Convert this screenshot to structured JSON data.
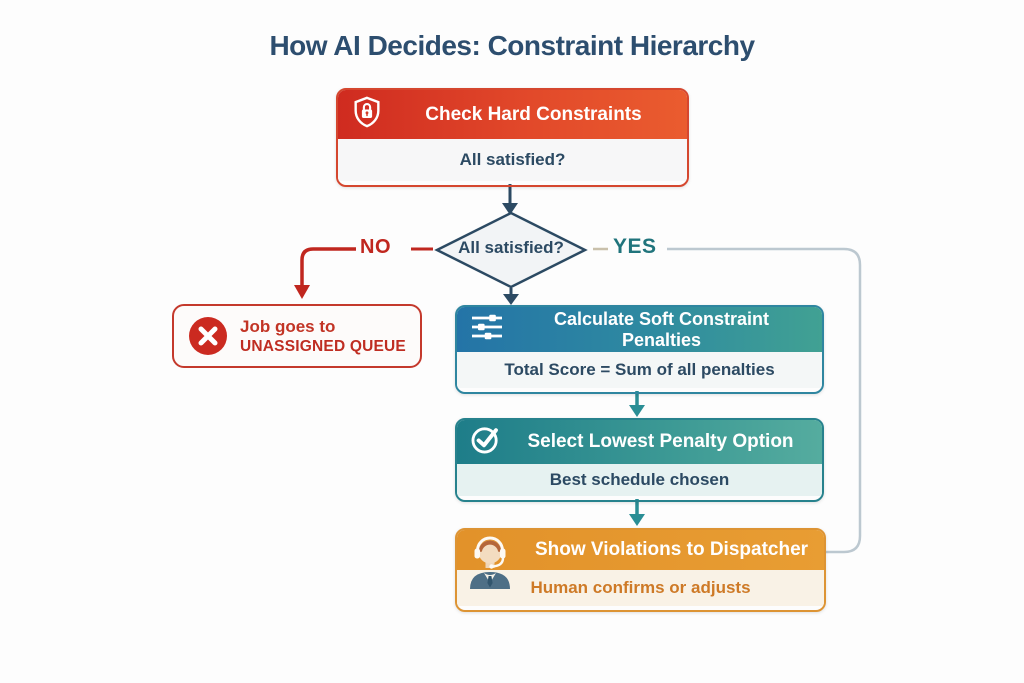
{
  "title": "How AI Decides: Constraint Hierarchy",
  "flow": {
    "check_hard": {
      "header": "Check Hard Constraints",
      "body": "All satisfied?"
    },
    "decision": {
      "label": "All satisfied?",
      "no_label": "NO",
      "yes_label": "YES"
    },
    "unassigned": {
      "line1": "Job goes to",
      "line2": "UNASSIGNED QUEUE"
    },
    "calculate": {
      "header": "Calculate Soft Constraint Penalties",
      "body": "Total Score = Sum of all penalties"
    },
    "select": {
      "header": "Select Lowest Penalty Option",
      "body": "Best schedule chosen"
    },
    "show": {
      "header": "Show Violations to Dispatcher",
      "body": "Human confirms or adjusts"
    }
  },
  "icons": {
    "check_hard": "shield-lock-icon",
    "unassigned": "x-circle-icon",
    "calculate": "sliders-icon",
    "select": "check-circle-icon",
    "show": "dispatcher-headset-icon"
  },
  "colors": {
    "title_navy": "#2d4e6f",
    "hard_red": "#cf2b20",
    "no_red": "#c0271f",
    "yes_teal": "#20747c",
    "soft_blue_teal": "#2474a7",
    "select_teal": "#1e7d89",
    "dispatcher_orange": "#e6992f",
    "yes_line_gray": "#bcc8d0",
    "arrow_navy": "#2c4a63",
    "arrow_teal": "#2a8e95"
  }
}
